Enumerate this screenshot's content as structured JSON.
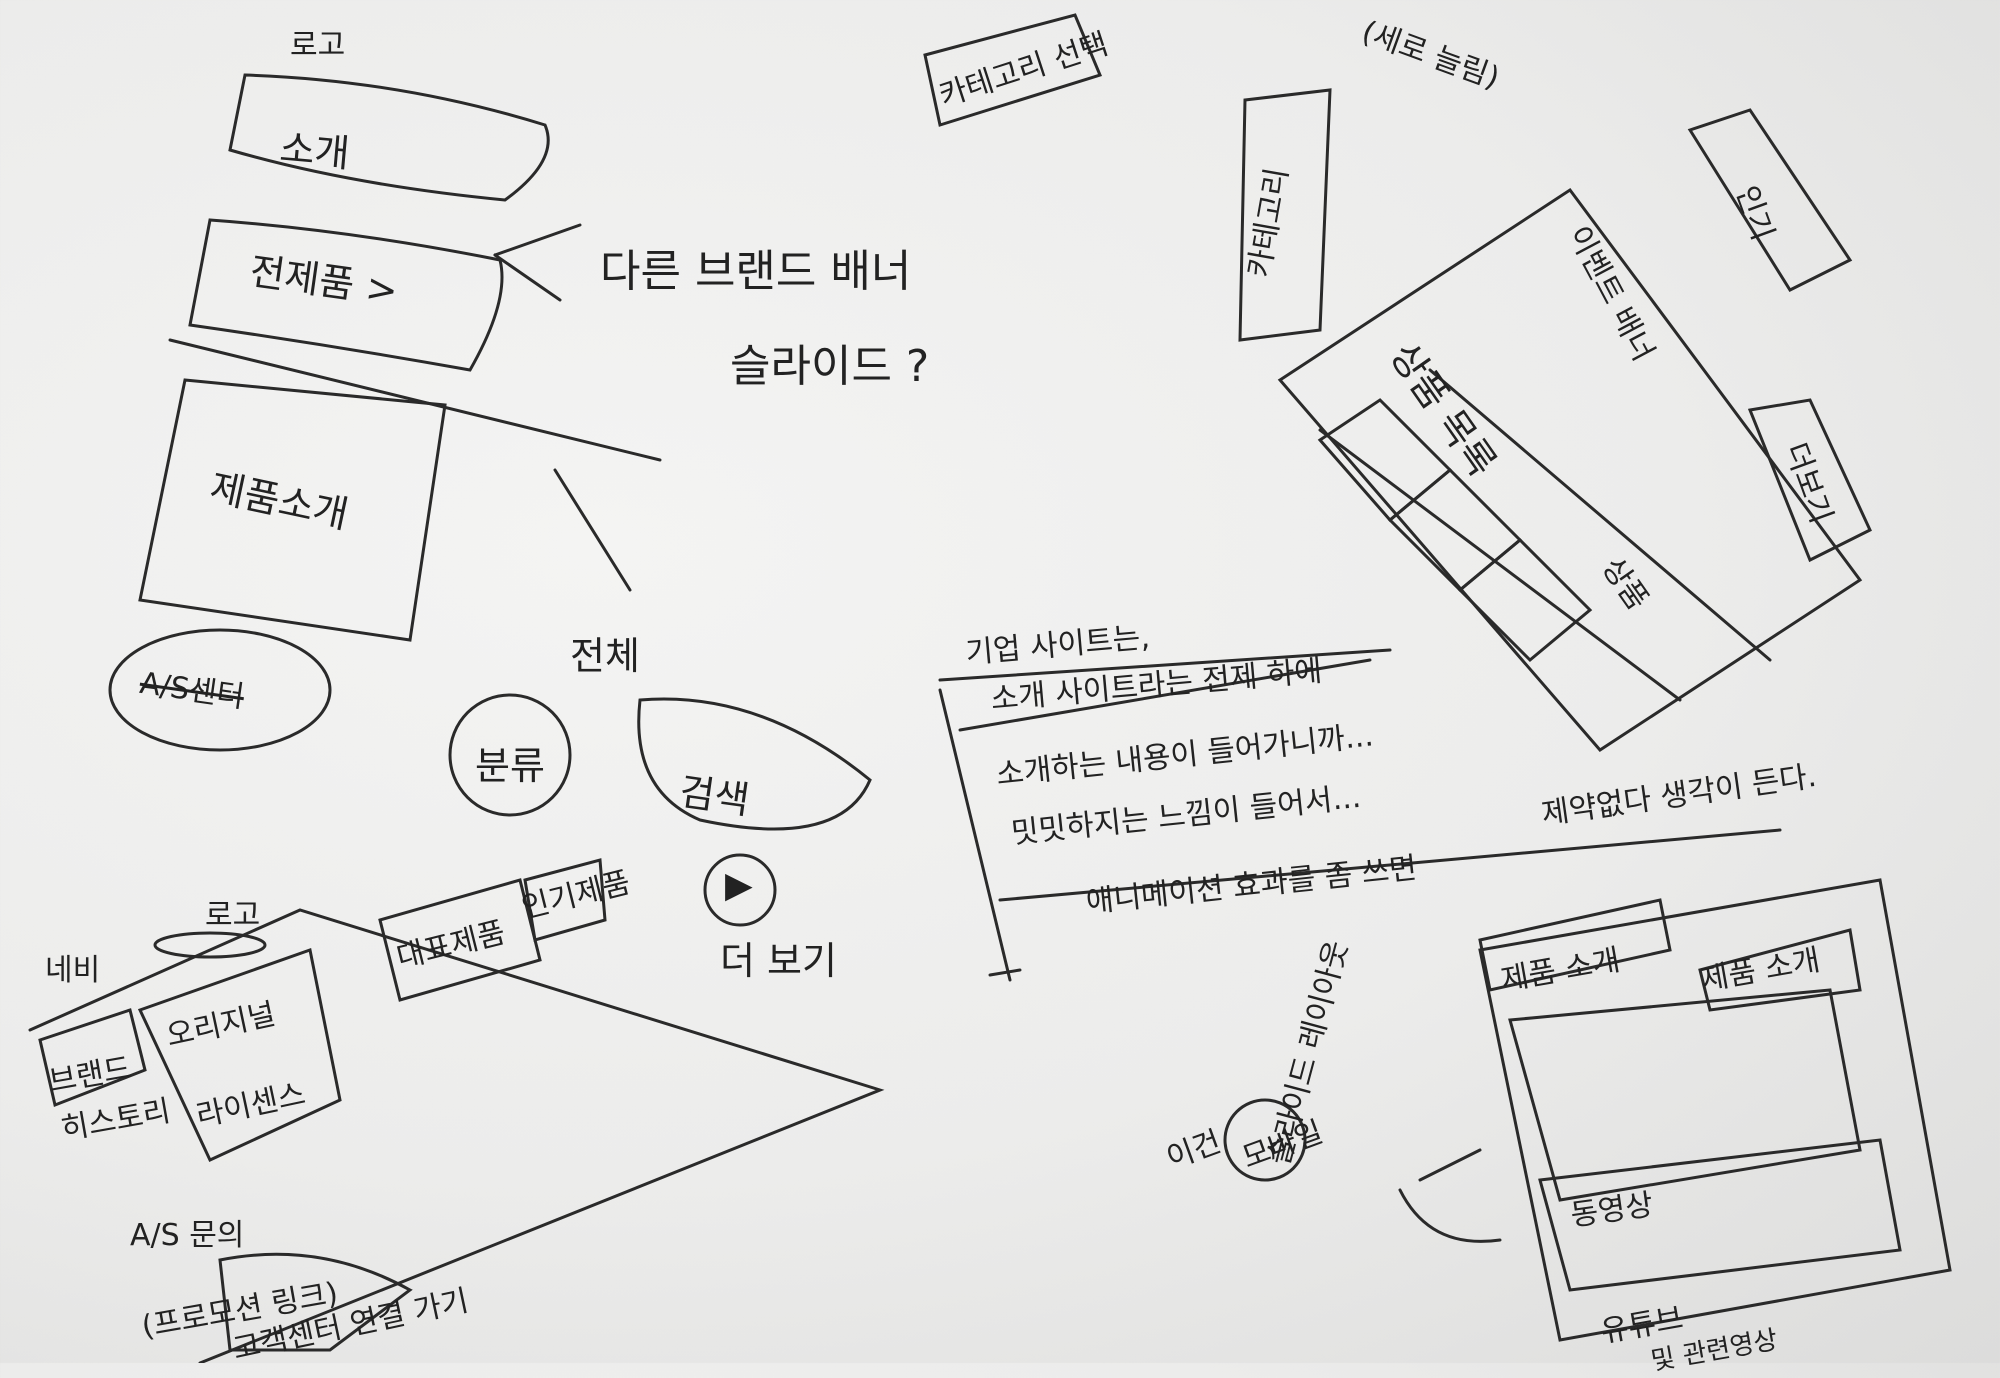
{
  "top_left": {
    "logo": "로고",
    "menu_intro": "소개",
    "menu_all_products": "전제품 >",
    "menu_product_intro": "제품소개",
    "menu_as_center": "A/S센터",
    "note_line1": "다른 브랜드 배너",
    "note_line2": "슬라이드 ?",
    "note_all": "전체"
  },
  "filters": {
    "category": "분류",
    "search": "검색",
    "more": "더 보기"
  },
  "nav_panel": {
    "nav": "네비",
    "logo": "로고",
    "brand_intro_line1": "브랜드",
    "brand_intro_line2": "히스토리",
    "original": "오리지널",
    "license": "라이센스",
    "representative": "대표제품",
    "popular": "인기제품",
    "as_inquiry": "A/S 문의",
    "note_paren": "(프로모션 링크)",
    "note_contact": "고객센터 연결 가기"
  },
  "mobile": {
    "category_label": "카테고리 선택",
    "note_top": "(세로 늘림)",
    "category_vertical": "카테고리",
    "product_big": "상품 목록",
    "product_small": "상품",
    "banner_text": "이벤트 배너",
    "right_tag": "인기",
    "side_label": "더보기"
  },
  "notes": {
    "heading": "기업 사이트는,",
    "line1": "소개 사이트라는 전제 하에",
    "line2": "소개하는 내용이 들어가니까...",
    "line3": "밋밋하지는 느낌이 들어서...",
    "line4": "제약없다 생각이 든다.",
    "line5": "애니메이션 효과를 좀 쓰면"
  },
  "bottom_right": {
    "tab1": "제품 소개",
    "tab2": "제품 소개",
    "arrow_label_line1": "이건",
    "arrow_label_line2": "모바일",
    "side_vertical": "슬라이드 레이아웃",
    "inner_label": "동영상",
    "footer1": "유튜브",
    "footer2": "및 관련영상"
  }
}
